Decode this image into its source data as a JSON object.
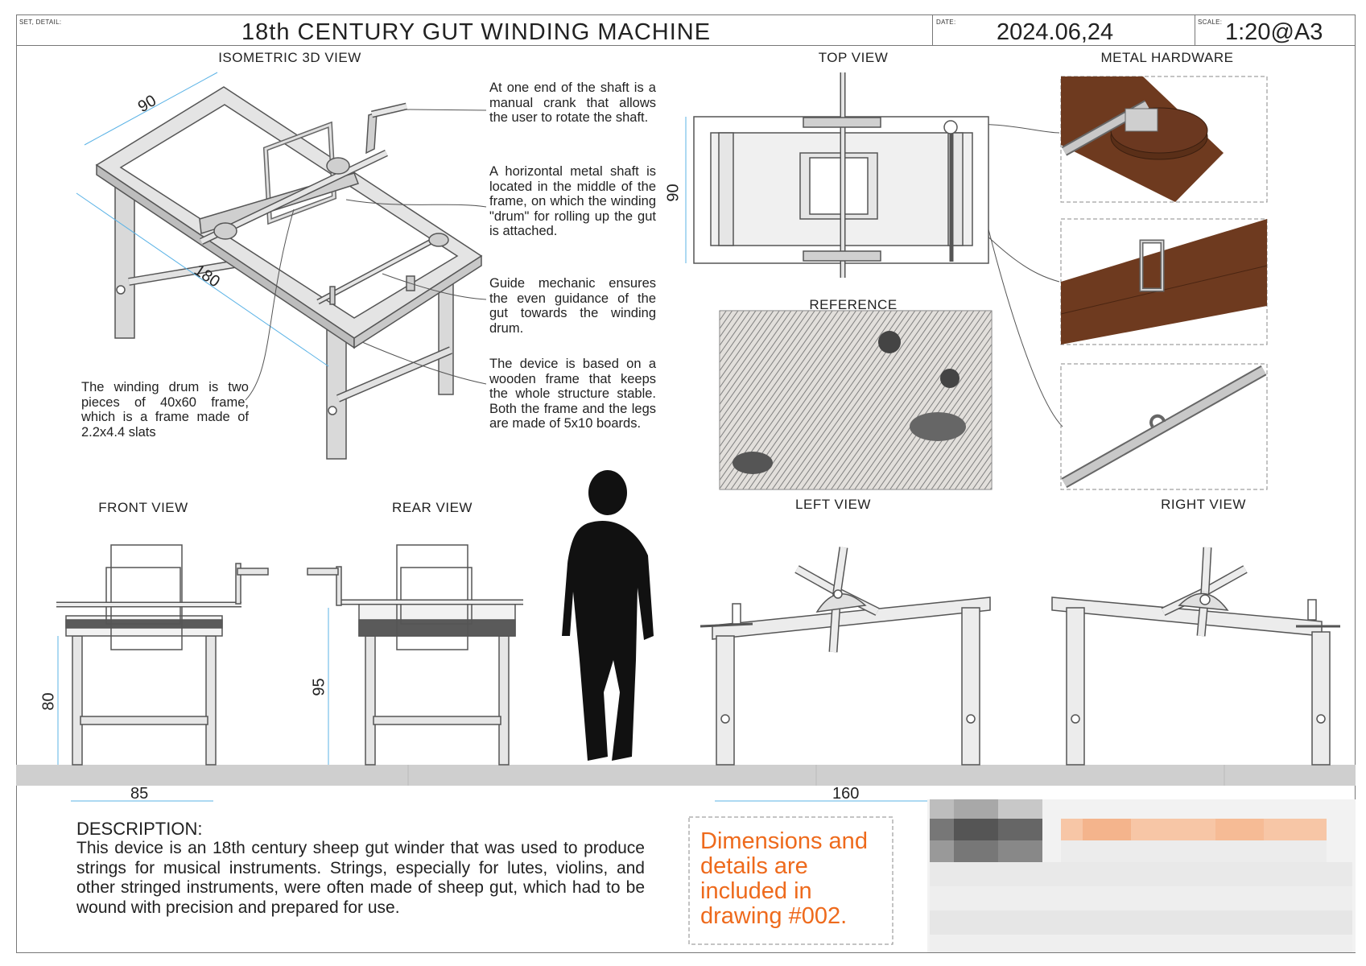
{
  "header": {
    "set_label": "SET, DETAIL:",
    "title": "18th CENTURY GUT WINDING MACHINE",
    "date_label": "DATE:",
    "date": "2024.06,24",
    "scale_label": "SCALE:",
    "scale": "1:20@A3"
  },
  "views": {
    "isometric": "ISOMETRIC 3D VIEW",
    "top": "TOP VIEW",
    "hardware": "METAL HARDWARE",
    "reference": "REFERENCE",
    "front": "FRONT VIEW",
    "rear": "REAR VIEW",
    "left": "LEFT VIEW",
    "right": "RIGHT VIEW"
  },
  "dimensions": {
    "iso_width": "90",
    "iso_length": "180",
    "top_width": "90",
    "front_height": "80",
    "rear_height": "95",
    "front_width": "85",
    "side_length": "160"
  },
  "notes": {
    "crank": "At one end of the shaft is a manual crank that allows the user to rotate the shaft.",
    "shaft": "A horizontal metal shaft is located in the middle of the frame, on which the winding \"drum\" for rolling up the gut is attached.",
    "guide": "Guide mechanic ensures the even guidance of the gut towards the winding drum.",
    "frame": "The device is based on a wooden frame that keeps the whole structure stable. Both the frame and the legs are made of 5x10 boards.",
    "drum": "The winding drum is two pieces of 40x60 frame, which is a frame made of 2.2x4.4 slats"
  },
  "description": {
    "heading": "DESCRIPTION:",
    "body": "This device is an 18th century sheep gut winder that was used to produce strings for musical instruments. Strings, especially for lutes, violins, and other stringed instruments, were often made of sheep gut, which had to be wound with precision and prepared for use."
  },
  "callout": "Dimensions and details are included in drawing #002.",
  "colors": {
    "line": "#555555",
    "frame_fill": "#d9d9d9",
    "dimension": "#5bb3e6",
    "wood": "#6e3a1f",
    "accent": "#ee6a1c",
    "ground": "#cfcfcf"
  }
}
